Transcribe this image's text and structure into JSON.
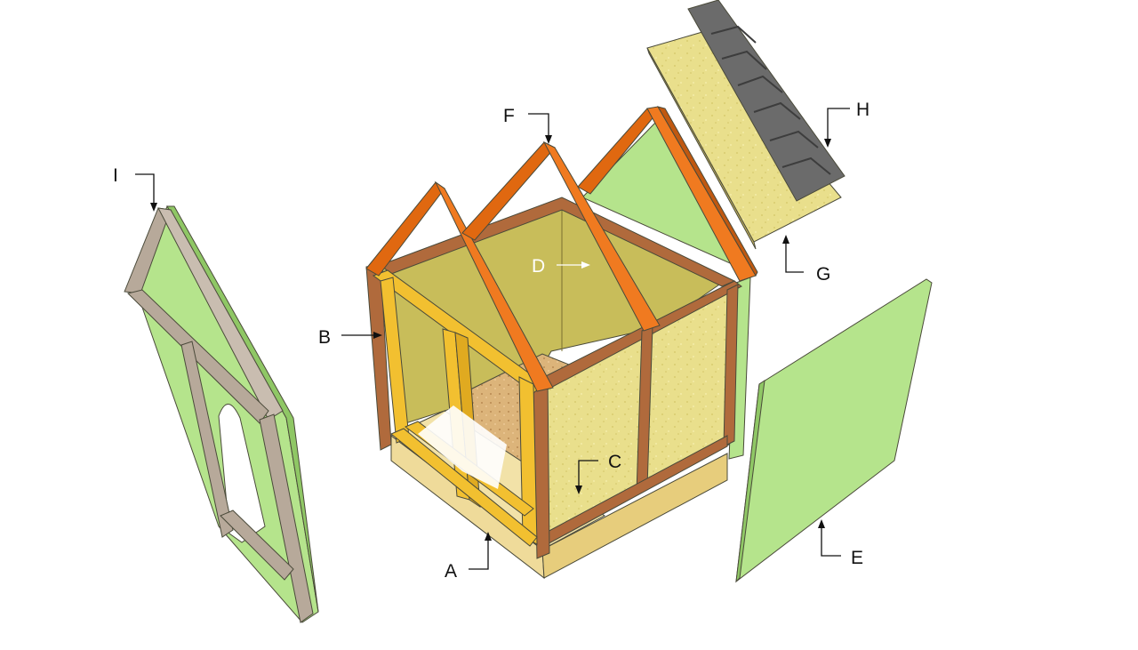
{
  "labels": {
    "a": "A",
    "b": "B",
    "c": "C",
    "d": "D",
    "e": "E",
    "f": "F",
    "g": "G",
    "h": "H",
    "i": "I"
  },
  "colors": {
    "panel_green": "#b5e48c",
    "rafter_orange": "#e06810",
    "frame_yellow": "#f2c030",
    "frame_brown": "#b06a3c",
    "base_tan": "#efdb9a",
    "osb_yellow": "#e9df8c",
    "plywood": "#c8bd5a",
    "shingle": "#6b6b6b",
    "gable_frame": "#b7a99a"
  }
}
